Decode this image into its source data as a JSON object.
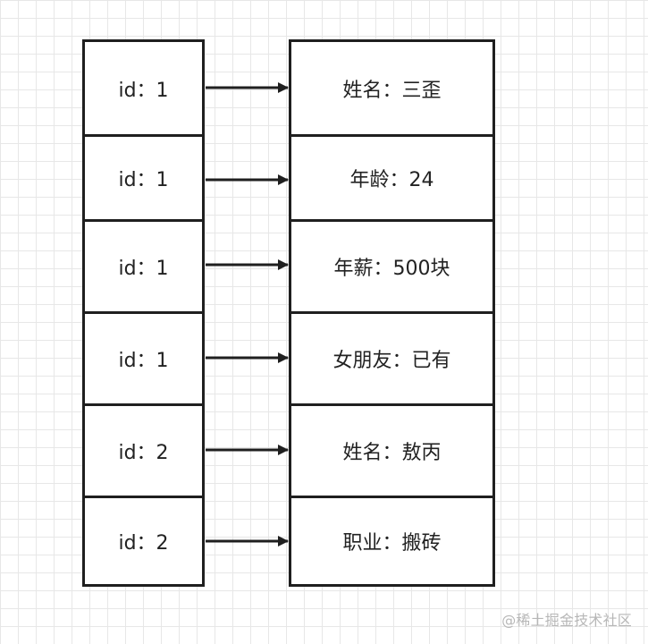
{
  "rows": [
    {
      "id": "id：1",
      "value": "姓名：三歪"
    },
    {
      "id": "id：1",
      "value": "年龄：24"
    },
    {
      "id": "id：1",
      "value": "年薪：500块"
    },
    {
      "id": "id：1",
      "value": "女朋友：已有"
    },
    {
      "id": "id：2",
      "value": "姓名：敖丙"
    },
    {
      "id": "id：2",
      "value": "职业：搬砖"
    }
  ],
  "watermark": "@稀土掘金技术社区",
  "colors": {
    "background": "#ffffff",
    "grid": "#e7e7e7",
    "stroke": "#1f1f1f",
    "text": "#222222",
    "watermark": "#b7b7b7"
  }
}
